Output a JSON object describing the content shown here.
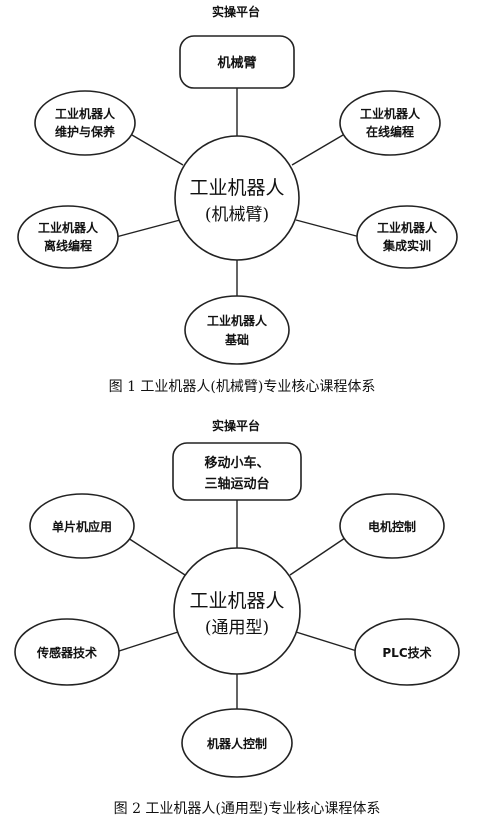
{
  "diagram1": {
    "platform": "实操平台",
    "center": [
      "工业机器人",
      "(机械臂)"
    ],
    "top_box": [
      "机械臂"
    ],
    "left_top": [
      "工业机器人",
      "维护与保养"
    ],
    "right_top": [
      "工业机器人",
      "在线编程"
    ],
    "left_bottom": [
      "工业机器人",
      "离线编程"
    ],
    "right_bottom": [
      "工业机器人",
      "集成实训"
    ],
    "bottom": [
      "工业机器人",
      "基础"
    ],
    "caption": "图 1    工业机器人(机械臂)专业核心课程体系"
  },
  "diagram2": {
    "platform": "实操平台",
    "center": [
      "工业机器人",
      "(通用型)"
    ],
    "top_box": [
      "移动小车、",
      "三轴运动台"
    ],
    "left_top": [
      "单片机应用"
    ],
    "right_top": [
      "电机控制"
    ],
    "left_bottom": [
      "传感器技术"
    ],
    "right_bottom": [
      "PLC技术"
    ],
    "bottom": [
      "机器人控制"
    ],
    "caption": "图 2    工业机器人(通用型)专业核心课程体系"
  }
}
